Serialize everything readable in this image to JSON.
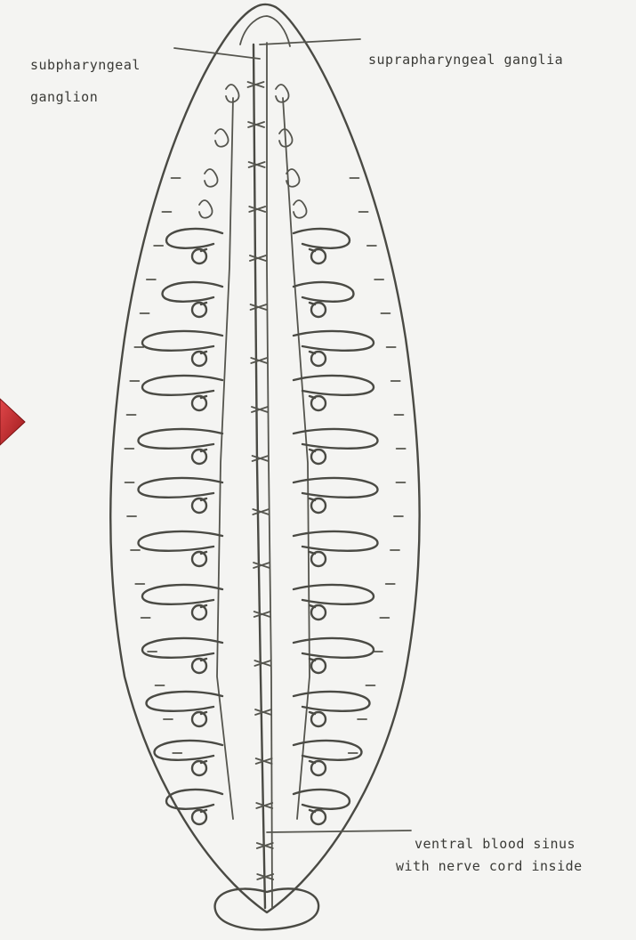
{
  "labels": {
    "subpharyngeal_line1": "subpharyngeal",
    "subpharyngeal_line2": "ganglion",
    "suprapharyngeal": "suprapharyngeal ganglia",
    "ventral_line1": "ventral blood sinus",
    "ventral_line2": "with nerve cord inside"
  },
  "colors": {
    "background": "#f4f4f2",
    "ink": "#4a4a44",
    "arrow": "#c0282a"
  }
}
